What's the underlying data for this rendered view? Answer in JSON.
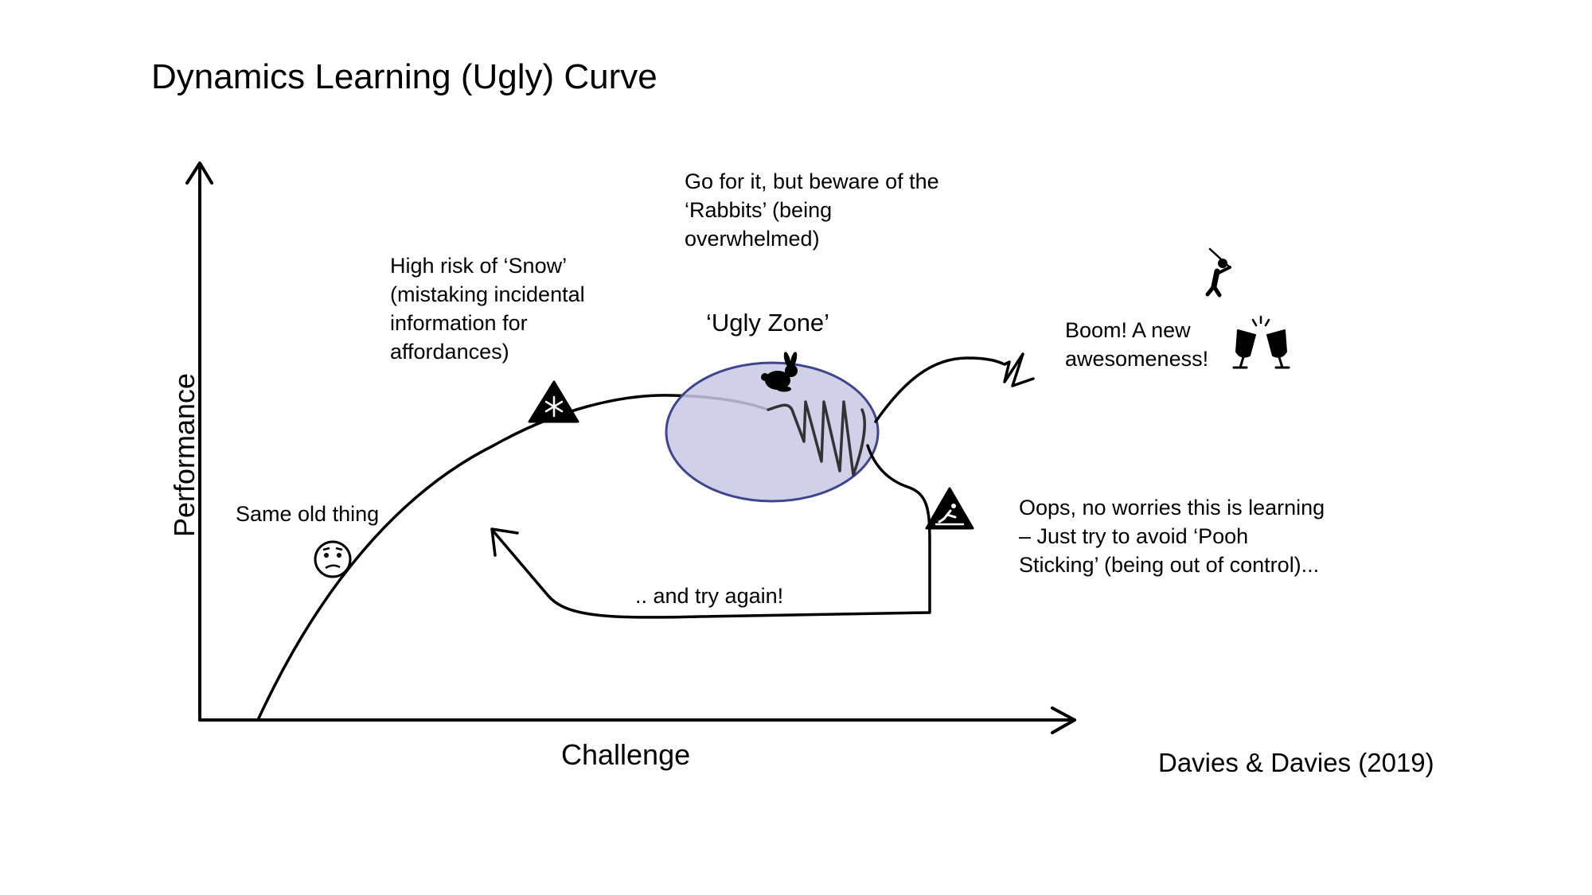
{
  "title": "Dynamics Learning (Ugly) Curve",
  "axes": {
    "x_label": "Challenge",
    "y_label": "Performance"
  },
  "annotations": {
    "same_old": "Same old thing",
    "snow": "High risk of ‘Snow’\n(mistaking incidental\ninformation for\naffordances)",
    "rabbits": "Go for it, but beware of the\n‘Rabbits’ (being\noverwhelmed)",
    "ugly_zone": "‘Ugly Zone’",
    "boom": "Boom! A new\nawesomeness!",
    "oops": "Oops, no worries this is learning\n– Just try to avoid ‘Pooh\nSticking’ (being out of control)...",
    "try_again": ".. and try again!"
  },
  "citation": "Davies & Davies (2019)",
  "icons": {
    "confused_face": "confused-face-icon",
    "snow_warning": "snowflake-warning-icon",
    "rabbit": "rabbit-icon",
    "slip_warning": "slip-warning-icon",
    "golfer": "golfer-icon",
    "cheers": "clinking-glasses-icon"
  },
  "colors": {
    "ugly_zone_fill": "#c8c9e4",
    "ugly_zone_stroke": "#3d4590",
    "line": "#000000"
  }
}
